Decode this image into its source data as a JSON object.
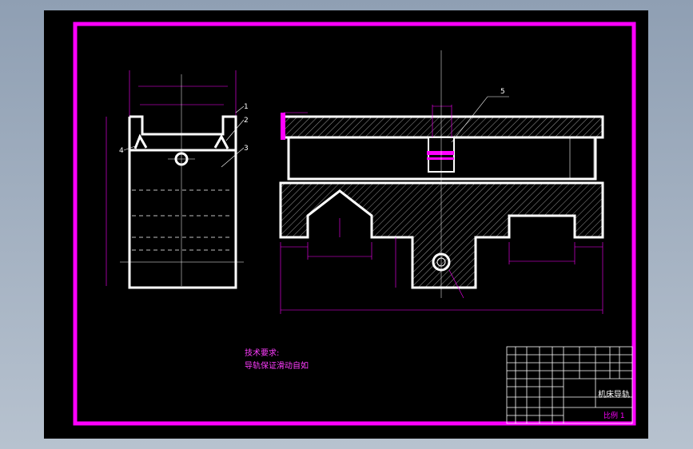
{
  "drawing": {
    "colors": {
      "background": "#000000",
      "border": "#ff00ff",
      "outline": "#ffffff",
      "dimension": "#ff00ff",
      "hatch": "#ffffff",
      "viewport": "#a6b3c3"
    },
    "part_callouts": [
      "1",
      "2",
      "3",
      "4",
      "5"
    ],
    "technical_requirements": {
      "title": "技术要求:",
      "line1": "导轨保证滑动自如"
    },
    "title_block": {
      "part_name": "机床导轨",
      "scale_label": "比例 1"
    }
  }
}
